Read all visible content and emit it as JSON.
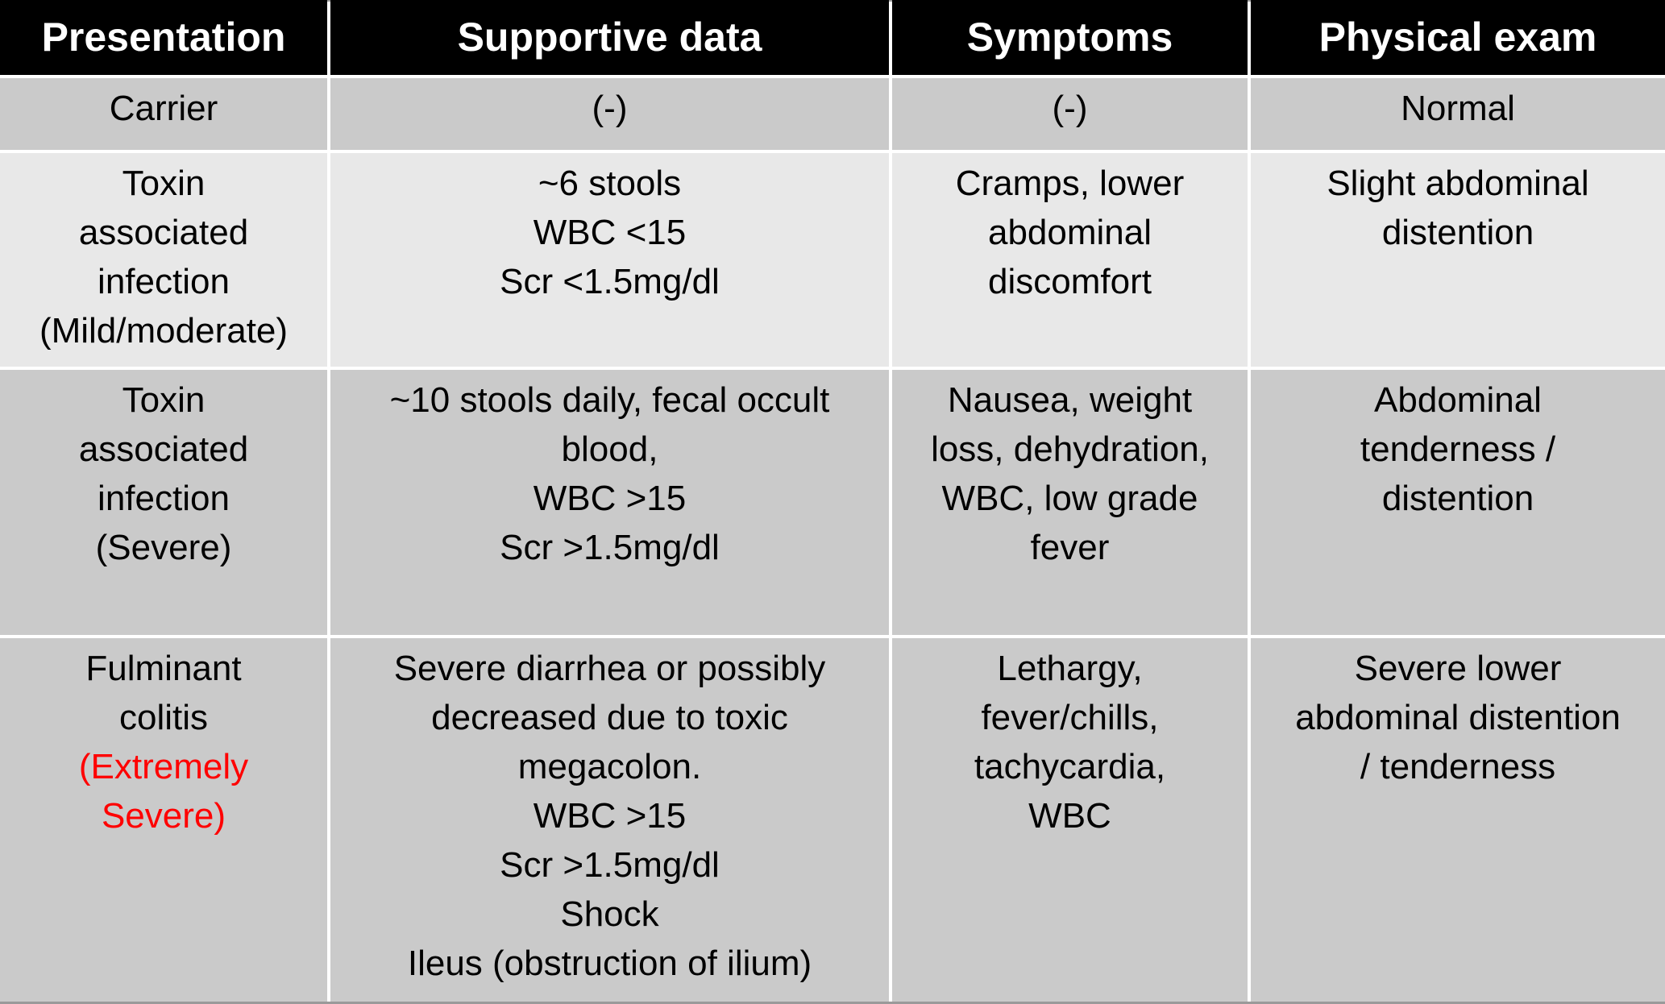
{
  "colors": {
    "header_bg": "#000000",
    "header_text": "#ffffff",
    "row_dark": "#cacaca",
    "row_light": "#e8e8e8",
    "gridline": "#ffffff",
    "edge_line": "#9a9a9a",
    "severity_red": "#ff0000",
    "body_text": "#000000"
  },
  "table": {
    "headers": [
      "Presentation",
      "Supportive data",
      "Symptoms",
      "Physical exam"
    ],
    "rows": [
      {
        "presentation": "Carrier",
        "supportive": "(-)",
        "symptoms": "(-)",
        "exam": "Normal"
      },
      {
        "presentation": "Toxin\nassociated\ninfection\n(Mild/moderate)",
        "supportive": "~6 stools\nWBC <15\nScr <1.5mg/dl",
        "symptoms": "Cramps, lower\nabdominal\ndiscomfort",
        "exam": "Slight abdominal\ndistention"
      },
      {
        "presentation": "Toxin\nassociated\ninfection\n(Severe)",
        "supportive": "~10 stools daily, fecal occult\nblood,\nWBC >15\nScr >1.5mg/dl",
        "symptoms": "Nausea, weight\nloss, dehydration,\nWBC, low grade\nfever",
        "exam": "Abdominal\ntenderness /\ndistention"
      },
      {
        "presentation_main": "Fulminant\ncolitis\n",
        "presentation_accent": "(Extremely\nSevere)",
        "supportive": "Severe diarrhea or possibly\ndecreased due to toxic\nmegacolon.\nWBC >15\nScr >1.5mg/dl\nShock\nIleus (obstruction of ilium)",
        "symptoms": "Lethargy,\nfever/chills,\ntachycardia,\nWBC",
        "exam": "Severe lower\nabdominal distention\n/ tenderness"
      }
    ]
  }
}
